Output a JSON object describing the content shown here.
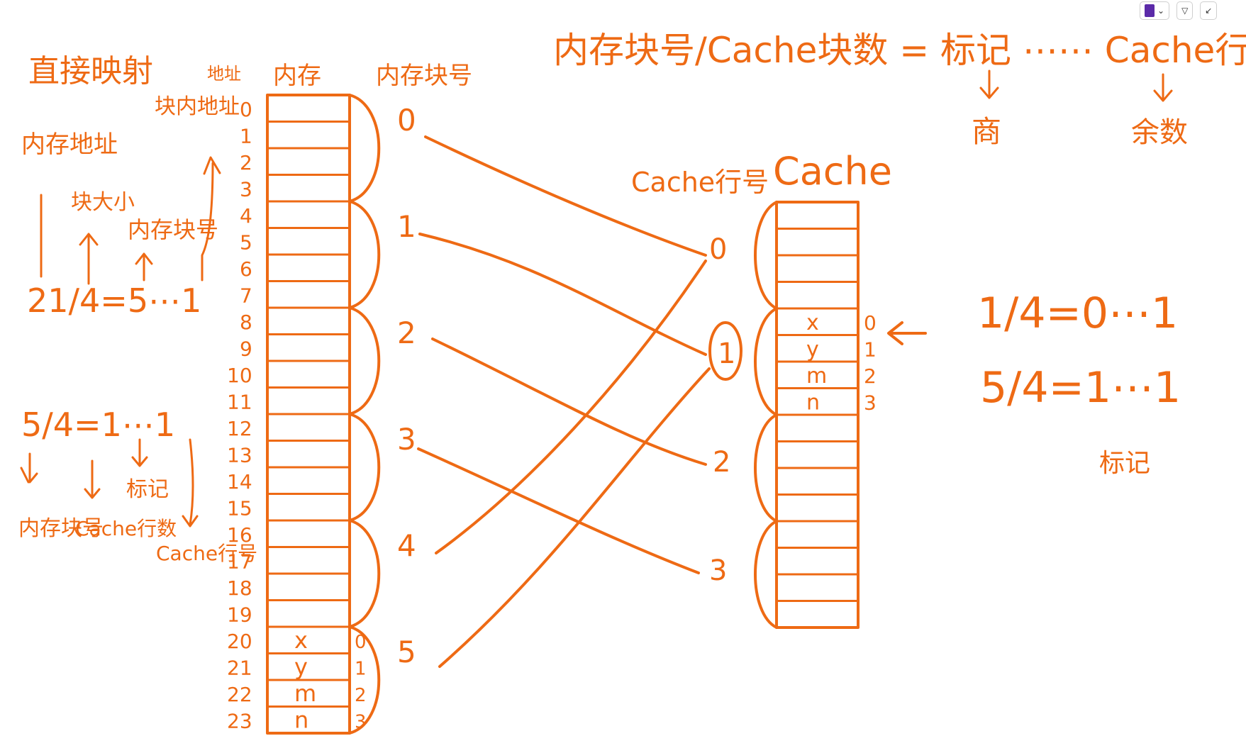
{
  "colors": {
    "ink": "#ee6a14",
    "background": "#ffffff",
    "pen_swatch": "#5b2aa8"
  },
  "toolbar": {
    "pen_icon": "pen-color-icon",
    "dropdown_icon": "chevron-down-icon",
    "filter_icon": "funnel-icon",
    "expand_icon": "expand-icon",
    "dropdown_glyph": "⌄",
    "filter_glyph": "▽",
    "expand_glyph": "↙"
  },
  "left_notes": {
    "title": "直接映射",
    "addr_label": "地址",
    "offset_label": "块内地址",
    "mem_addr_label": "内存地址",
    "block_size_label": "块大小",
    "block_no_label": "内存块号",
    "eq1": "21/4=5⋯1",
    "eq2": "5/4=1⋯1",
    "eq2_a": "内存块号",
    "eq2_b": "Cache行数",
    "eq2_c": "标记",
    "eq2_d": "Cache行号"
  },
  "memory": {
    "header": "内存",
    "block_header": "内存块号",
    "addresses": [
      "0",
      "1",
      "2",
      "3",
      "4",
      "5",
      "6",
      "7",
      "8",
      "9",
      "10",
      "11",
      "12",
      "13",
      "14",
      "15",
      "16",
      "17",
      "18",
      "19",
      "20",
      "21",
      "22",
      "23"
    ],
    "block_numbers": [
      "0",
      "1",
      "2",
      "3",
      "4",
      "5"
    ],
    "last_block_cells": [
      "x",
      "y",
      "m",
      "n"
    ],
    "last_block_offsets": [
      "0",
      "1",
      "2",
      "3"
    ]
  },
  "cache": {
    "header": "Cache",
    "line_header": "Cache行号",
    "line_numbers": [
      "0",
      "1",
      "2",
      "3"
    ],
    "line1_cells": [
      "x",
      "y",
      "m",
      "n"
    ],
    "line1_offsets": [
      "0",
      "1",
      "2",
      "3"
    ]
  },
  "top_formula": {
    "text": "内存块号/Cache块数 = 标记 ⋯⋯ Cache行号",
    "quotient_label": "商",
    "remainder_label": "余数"
  },
  "right_notes": {
    "eq1": "1/4=0⋯1",
    "eq2": "5/4=1⋯1",
    "tag_label": "标记"
  }
}
